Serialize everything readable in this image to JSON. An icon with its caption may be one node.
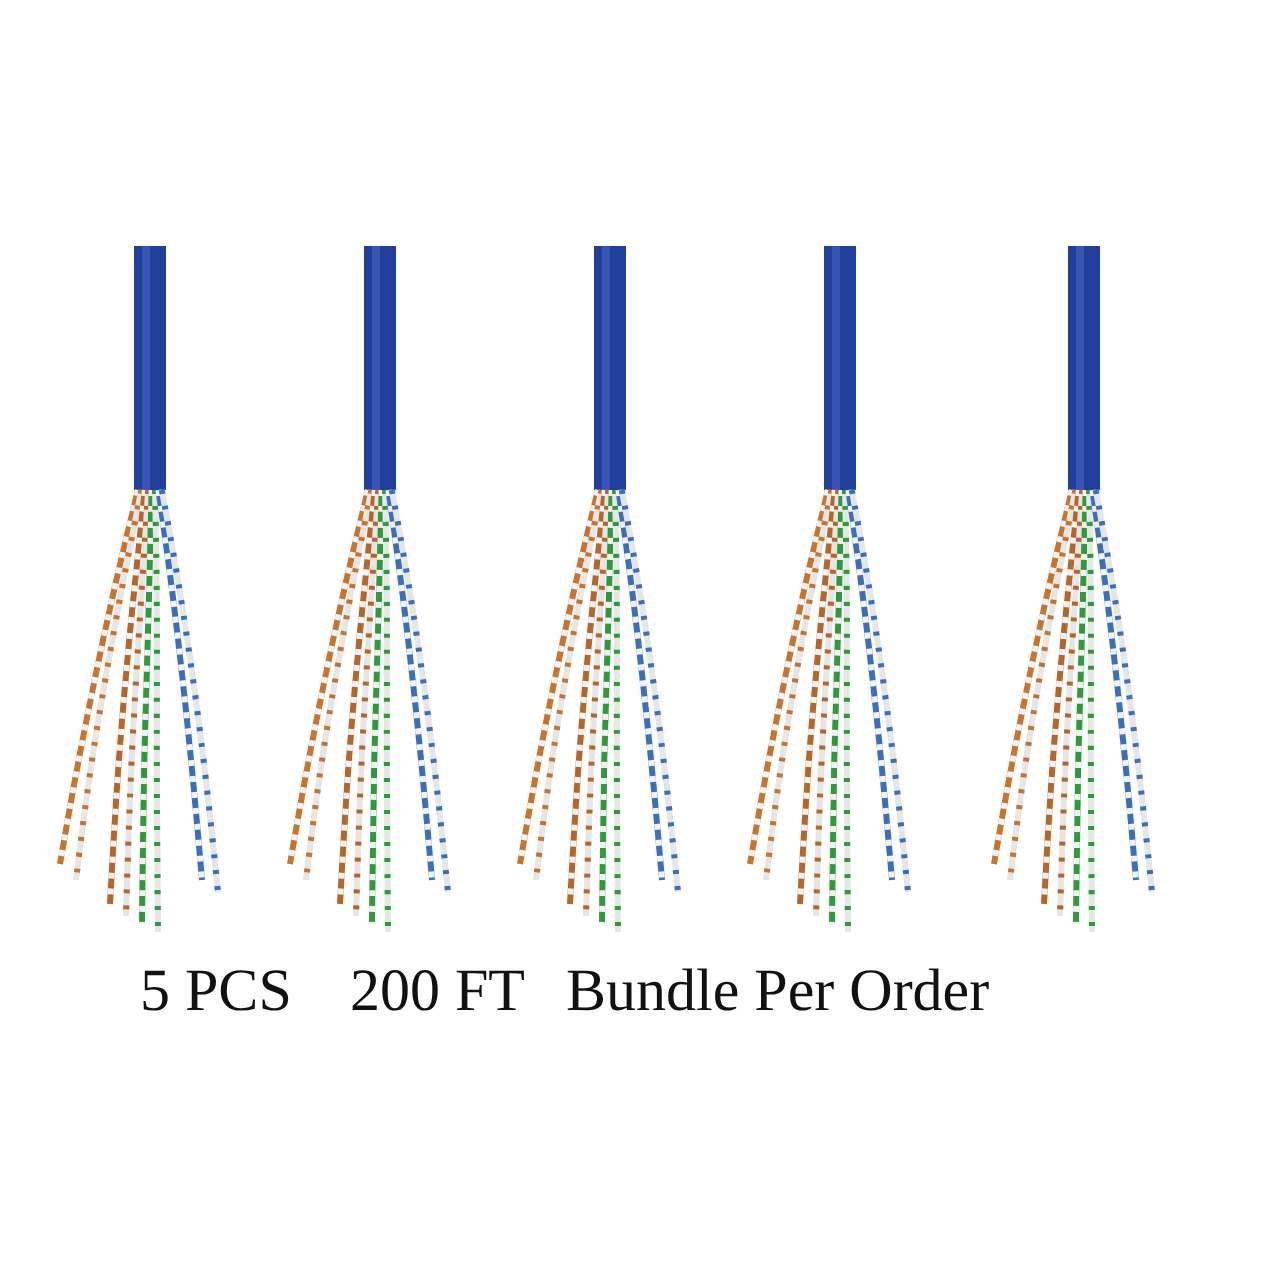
{
  "diagram": {
    "labels": [
      "5 PCS",
      "200 FT",
      "Bundle Per Order"
    ]
  }
}
